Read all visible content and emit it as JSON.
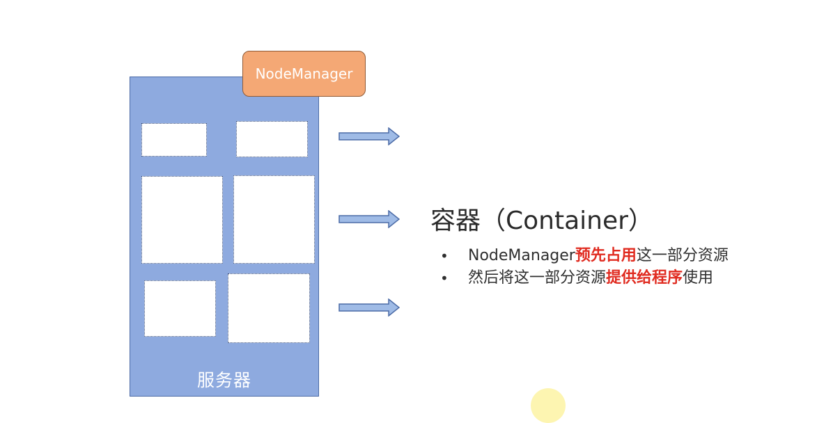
{
  "server": {
    "label": "服务器",
    "fill_color": "#8eaadf"
  },
  "node_manager": {
    "label": "NodeManager",
    "fill_color": "#f4a875"
  },
  "container": {
    "title": "容器（Container）"
  },
  "bullets": [
    {
      "pre": "NodeManager",
      "highlight": "预先占用",
      "post": "这一部分资源"
    },
    {
      "pre": "然后将这一部分资源",
      "highlight": "提供给程序",
      "post": "使用"
    }
  ],
  "colors": {
    "highlight": "#e02b20",
    "arrow": "#9fbbe6"
  }
}
